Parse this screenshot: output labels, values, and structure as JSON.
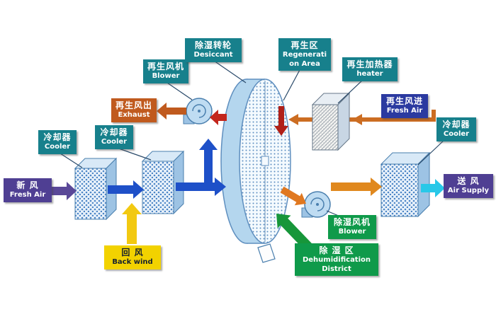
{
  "labels": {
    "fresh_air_left": {
      "zh": "新 风",
      "en": "Fresh Air"
    },
    "cooler_left_1": {
      "zh": "冷却器",
      "en": "Cooler"
    },
    "cooler_left_2": {
      "zh": "冷却器",
      "en": "Cooler"
    },
    "back_wind": {
      "zh": "回 风",
      "en": "Back wind"
    },
    "regen_blower": {
      "zh": "再生风机",
      "en": "Blower"
    },
    "exhaust_out": {
      "zh": "再生风出",
      "en": "Exhaust"
    },
    "desiccant_wheel": {
      "zh": "除湿转轮",
      "en": "Desiccant"
    },
    "regen_area": {
      "zh": "再生区",
      "en_line1": "Regenerati",
      "en_line2": "on Area"
    },
    "regen_heater": {
      "zh": "再生加热器",
      "en": "heater"
    },
    "regen_fresh_air": {
      "zh": "再生风进",
      "en": "Fresh Air"
    },
    "cooler_right": {
      "zh": "冷却器",
      "en": "Cooler"
    },
    "air_supply": {
      "zh": "送 风",
      "en": "Air Supply"
    },
    "dehumid_blower": {
      "zh": "除湿风机",
      "en": "Blower"
    },
    "dehumid_district": {
      "zh": "除 湿 区",
      "en_line1": "Dehumidification",
      "en_line2": "District"
    }
  },
  "colors": {
    "teal_label": "#17808c",
    "purple_label": "#4f3f93",
    "orange_label": "#c05a1e",
    "blue_label": "#2b3aa0",
    "yellow_label": "#f2d200",
    "green_label": "#0f9a4a",
    "blue_arrow": "#1e50c8",
    "purple_arrow": "#5a4898",
    "yellow_arrow": "#f2c911",
    "red_arrow": "#c3261c",
    "orange_arrow": "#cc6d22",
    "cyan_arrow": "#28c8e8",
    "green_arrow": "#17963a"
  }
}
